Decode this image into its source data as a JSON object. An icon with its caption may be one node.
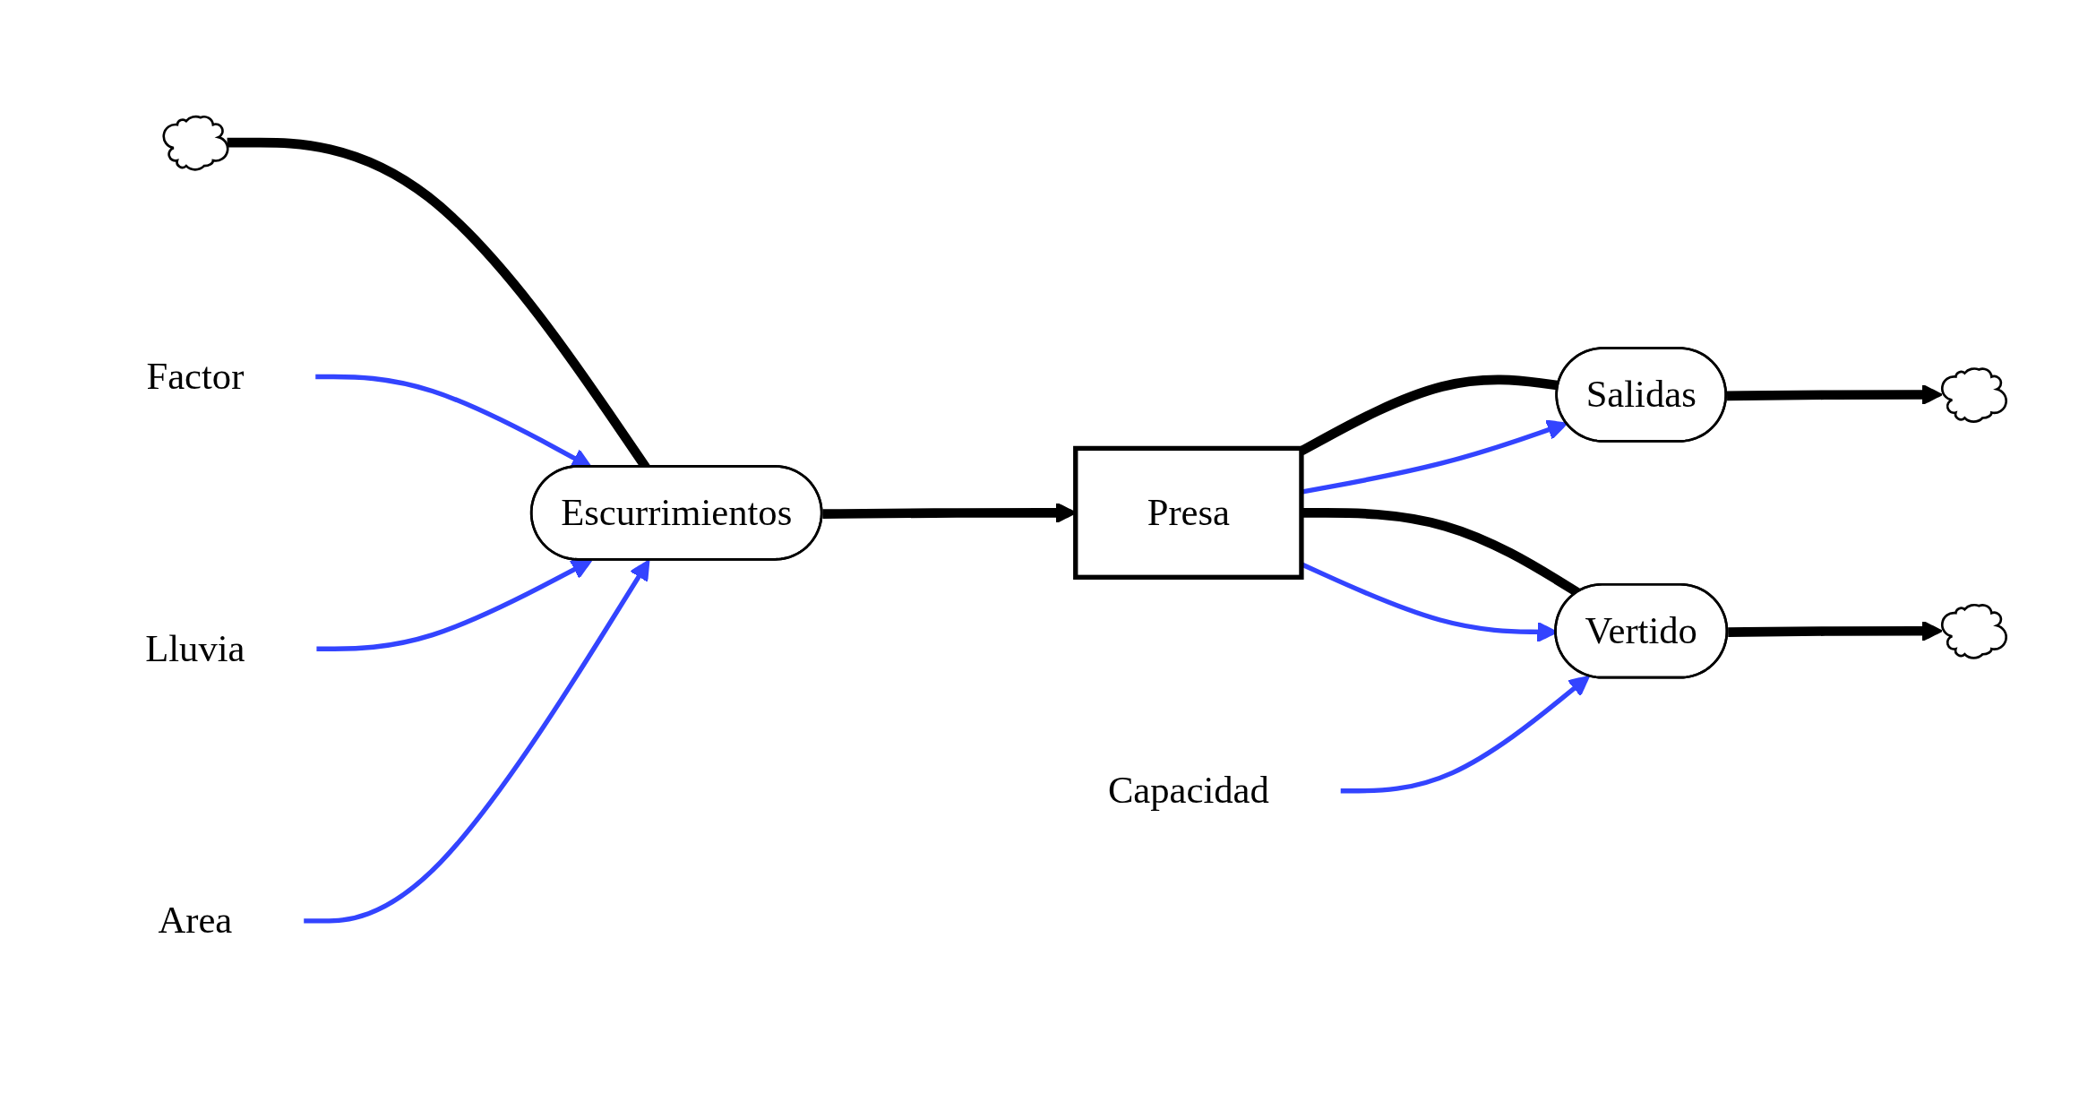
{
  "diagram": {
    "nodes": [
      {
        "text": [],
        "shape": "cloud"
      },
      {
        "text": [
          "Escurrimientos"
        ]
      },
      {
        "text": [
          "Presa"
        ]
      },
      {
        "text": [
          "Salidas"
        ]
      },
      {
        "text": [],
        "shape": "cloud"
      },
      {
        "text": [
          "Vertido"
        ]
      },
      {
        "text": [],
        "shape": "cloud"
      },
      {
        "text": [
          "Factor"
        ]
      },
      {
        "text": [
          "Lluvia"
        ]
      },
      {
        "text": [
          "Area"
        ]
      },
      {
        "text": [
          "Capacidad"
        ]
      }
    ],
    "edges": [
      {
        "from": 0,
        "to": 1,
        "arrow": "none",
        "style": "thick"
      },
      {
        "from": 1,
        "to": 2,
        "arrow": "to",
        "style": "thick"
      },
      {
        "from": 2,
        "to": 3,
        "arrow": "none",
        "style": "thick"
      },
      {
        "from": 3,
        "to": 4,
        "arrow": "to",
        "style": "thick"
      },
      {
        "from": 2,
        "to": 5,
        "arrow": "none",
        "style": "thick"
      },
      {
        "from": 5,
        "to": 6,
        "arrow": "to",
        "style": "thick"
      },
      {
        "from": 7,
        "to": 1,
        "arrow": "to",
        "color": "#3344ff"
      },
      {
        "from": 8,
        "to": 1,
        "arrow": "to",
        "color": "#3344ff"
      },
      {
        "from": 9,
        "to": 1,
        "arrow": "to",
        "color": "#3344ff"
      },
      {
        "from": 2,
        "to": 5,
        "arrow": "to",
        "color": "#3344ff"
      },
      {
        "from": 2,
        "to": 3,
        "arrow": "to",
        "color": "#3344ff"
      },
      {
        "from": 10,
        "to": 5,
        "arrow": "to",
        "color": "#3344ff"
      }
    ]
  }
}
